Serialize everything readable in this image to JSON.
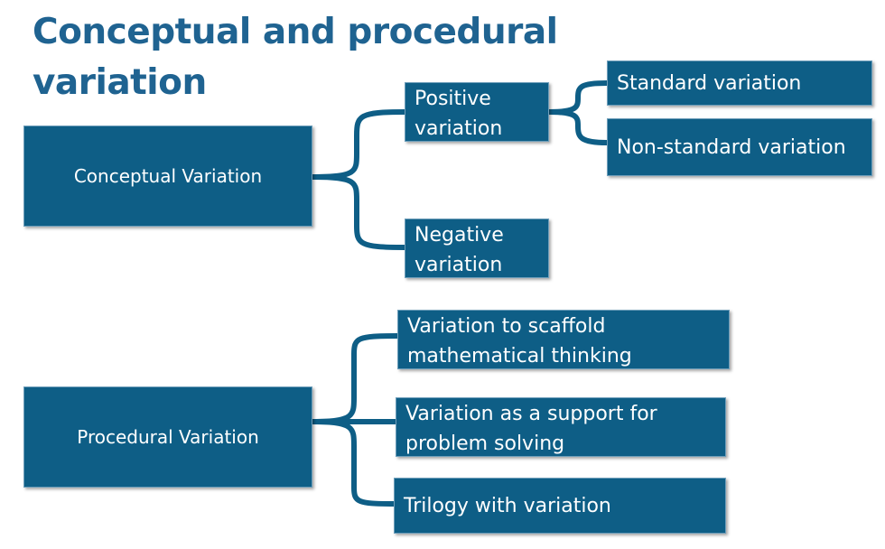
{
  "title": "Conceptual and procedural variation",
  "conceptual": {
    "root": "Conceptual Variation",
    "positive": "Positive variation",
    "negative": "Negative variation",
    "standard": "Standard variation",
    "non_standard": "Non-standard variation"
  },
  "procedural": {
    "root": "Procedural Variation",
    "scaffold": "Variation to  scaffold mathematical thinking",
    "support": "Variation as a support for problem solving",
    "trilogy": "Trilogy with variation"
  },
  "colors": {
    "box": "#0e5e86",
    "title": "#1f6391",
    "connector": "#0e5e86"
  }
}
